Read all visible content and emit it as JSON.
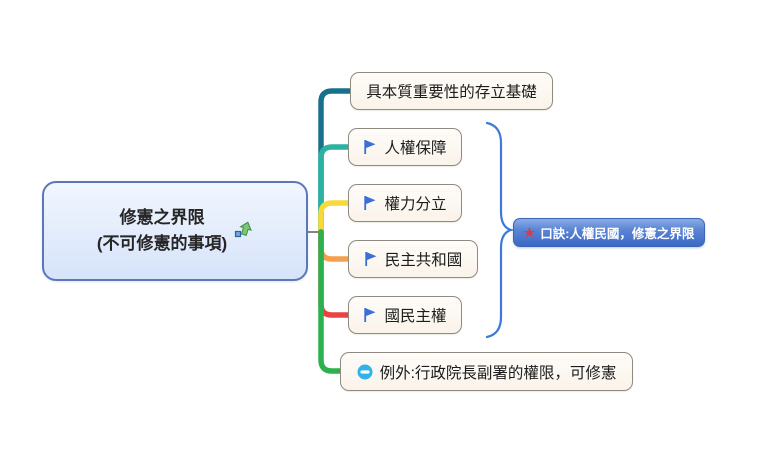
{
  "root": {
    "title_line1": "修憲之界限",
    "title_line2": "(不可修憲的事項)",
    "icons": [
      "jump-to-topic"
    ]
  },
  "topics": [
    {
      "label": "具本質重要性的存立基礎",
      "icon": null,
      "branch_color": "#19708e"
    },
    {
      "label": "人權保障",
      "icon": "flag",
      "branch_color": "#2bb2a2"
    },
    {
      "label": "權力分立",
      "icon": "flag",
      "branch_color": "#f9d939"
    },
    {
      "label": "民主共和國",
      "icon": "flag",
      "branch_color": "#f5a04c"
    },
    {
      "label": "國民主權",
      "icon": "flag",
      "branch_color": "#ea4343"
    },
    {
      "label": "例外:行政院長副署的權限，可修憲",
      "icon": "minus",
      "branch_color": "#2cb14e"
    }
  ],
  "callout": {
    "label": "口訣:人權民國，修憲之界限",
    "icon": "star",
    "star_glyph": "★"
  },
  "colors": {
    "branch_dark_teal": "#19708e",
    "branch_teal": "#2bb2a2",
    "branch_yellow": "#f9d939",
    "branch_orange": "#f5a04c",
    "branch_red": "#ea4343",
    "branch_green": "#2cb14e",
    "brace_blue": "#3c79d8",
    "flag_blue": "#3a6fd8",
    "minus_circle_blue": "#2fb3e8",
    "callout_blue": "#3a69c4",
    "star_red": "#d2404e",
    "root_border": "#5b79b8",
    "topic_border": "#908b80"
  }
}
